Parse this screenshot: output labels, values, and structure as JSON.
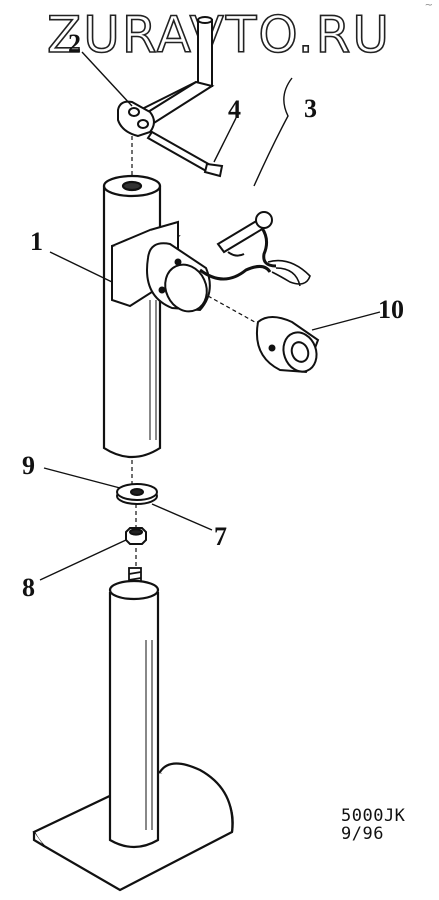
{
  "watermark": {
    "text": "ZURAVTO.RU"
  },
  "corner_mark": "~",
  "callouts": {
    "c1": "1",
    "c2": "2",
    "c3": "3",
    "c4": "4",
    "c7": "7",
    "c8": "8",
    "c9": "9",
    "c10": "10"
  },
  "drawing_code": {
    "line1": "5000JK",
    "line2": "9/96"
  }
}
